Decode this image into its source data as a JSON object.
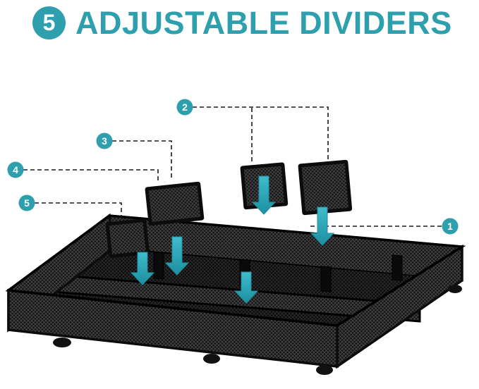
{
  "header": {
    "badge_number": "5",
    "title": "ADJUSTABLE DIVIDERS"
  },
  "callouts": [
    {
      "label": "1"
    },
    {
      "label": "2"
    },
    {
      "label": "3"
    },
    {
      "label": "4"
    },
    {
      "label": "5"
    }
  ],
  "colors": {
    "accent": "#2D9FAD",
    "arrow-light": "#3FBCCB",
    "arrow-dark": "#1D8FA0",
    "callout-line": "#1A1A1A",
    "drawer-frame": "#0C0C0C",
    "mesh-wire": "#4A4A4A",
    "background": "#FFFFFF"
  }
}
